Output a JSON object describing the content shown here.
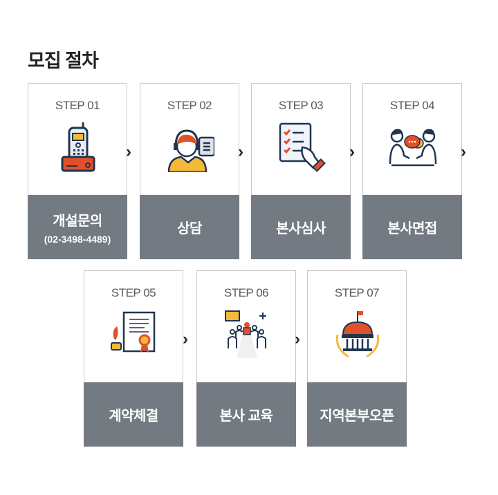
{
  "heading": "모집 절차",
  "steps": [
    {
      "step": "STEP 01",
      "title": "개설문의",
      "sub": "(02-3498-4489)",
      "icon": "phone-icon"
    },
    {
      "step": "STEP 02",
      "title": "상담",
      "icon": "headset-consultant-icon"
    },
    {
      "step": "STEP 03",
      "title": "본사심사",
      "icon": "checklist-icon"
    },
    {
      "step": "STEP 04",
      "title": "본사면접",
      "icon": "interview-icon"
    },
    {
      "step": "STEP 05",
      "title": "계약체결",
      "icon": "contract-icon"
    },
    {
      "step": "STEP 06",
      "title": "본사 교육",
      "icon": "training-icon"
    },
    {
      "step": "STEP 07",
      "title": "지역본부오픈",
      "icon": "building-open-icon"
    }
  ],
  "colors": {
    "orange": "#e2502a",
    "yellow": "#f5b93a",
    "navy": "#1f3550",
    "gray": "#737a81"
  }
}
